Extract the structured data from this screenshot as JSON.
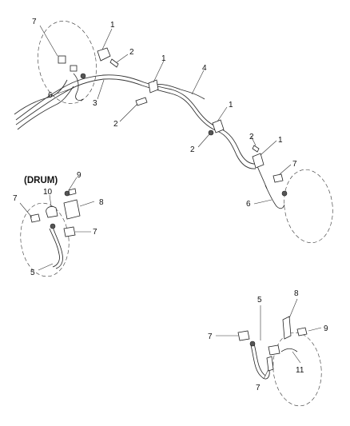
{
  "diagram": {
    "section_label": "(DRUM)",
    "callouts": [
      {
        "id": "top-7",
        "text": "7"
      },
      {
        "id": "top-1a",
        "text": "1"
      },
      {
        "id": "top-2a",
        "text": "2"
      },
      {
        "id": "top-1b",
        "text": "1"
      },
      {
        "id": "top-4",
        "text": "4"
      },
      {
        "id": "top-6",
        "text": "6"
      },
      {
        "id": "top-3",
        "text": "3"
      },
      {
        "id": "top-2b",
        "text": "2"
      },
      {
        "id": "top-1c",
        "text": "1"
      },
      {
        "id": "top-2c",
        "text": "2"
      },
      {
        "id": "top-2d",
        "text": "2"
      },
      {
        "id": "top-1d",
        "text": "1"
      },
      {
        "id": "top-7b",
        "text": "7"
      },
      {
        "id": "top-6b",
        "text": "6"
      },
      {
        "id": "drum-9",
        "text": "9"
      },
      {
        "id": "drum-10",
        "text": "10"
      },
      {
        "id": "drum-7a",
        "text": "7"
      },
      {
        "id": "drum-8",
        "text": "8"
      },
      {
        "id": "drum-7b",
        "text": "7"
      },
      {
        "id": "drum-5",
        "text": "5"
      },
      {
        "id": "disc-5",
        "text": "5"
      },
      {
        "id": "disc-8",
        "text": "8"
      },
      {
        "id": "disc-7a",
        "text": "7"
      },
      {
        "id": "disc-9",
        "text": "9"
      },
      {
        "id": "disc-11",
        "text": "11"
      },
      {
        "id": "disc-7b",
        "text": "7"
      }
    ]
  }
}
